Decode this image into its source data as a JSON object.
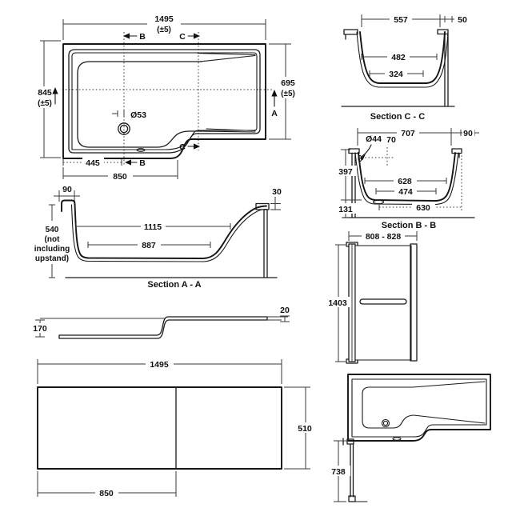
{
  "colors": {
    "background": "#ffffff",
    "line": "#151515",
    "dim": "#3a3a3a"
  },
  "plan": {
    "length": "1495",
    "length_tol": "(±5)",
    "width_left": "845",
    "width_left_tol": "(±5)",
    "width_right": "695",
    "width_right_tol": "(±5)",
    "drain_dia": "Ø53",
    "drain_offset": "445",
    "step_offset": "850",
    "marker_a": "A",
    "marker_b": "B",
    "marker_c": "C"
  },
  "section_cc": {
    "caption": "Section C - C",
    "top_width": "557",
    "rim_offset": "50",
    "mid_width": "482",
    "bottom_width": "324"
  },
  "section_bb": {
    "caption": "Section B - B",
    "top_width": "707",
    "rim_offset": "90",
    "overflow_dia": "Ø44",
    "overflow_drop": "70",
    "depth": "397",
    "mid_width": "628",
    "bottom_width": "474",
    "base_height": "131",
    "base_width": "630"
  },
  "section_aa": {
    "caption": "Section A - A",
    "lip_width": "90",
    "depth": "540",
    "depth_note1": "(not",
    "depth_note2": "including",
    "depth_note3": "upstand)",
    "mid_length": "1115",
    "bottom_length": "887",
    "rim_height": "30"
  },
  "rim_profile": {
    "left_height": "170",
    "right_thickness": "20"
  },
  "front_panel": {
    "length": "1495",
    "height": "510",
    "split": "850"
  },
  "screen_front": {
    "width_range": "808 - 828",
    "height": "1403"
  },
  "plan_screen": {
    "screen_reach": "738"
  }
}
